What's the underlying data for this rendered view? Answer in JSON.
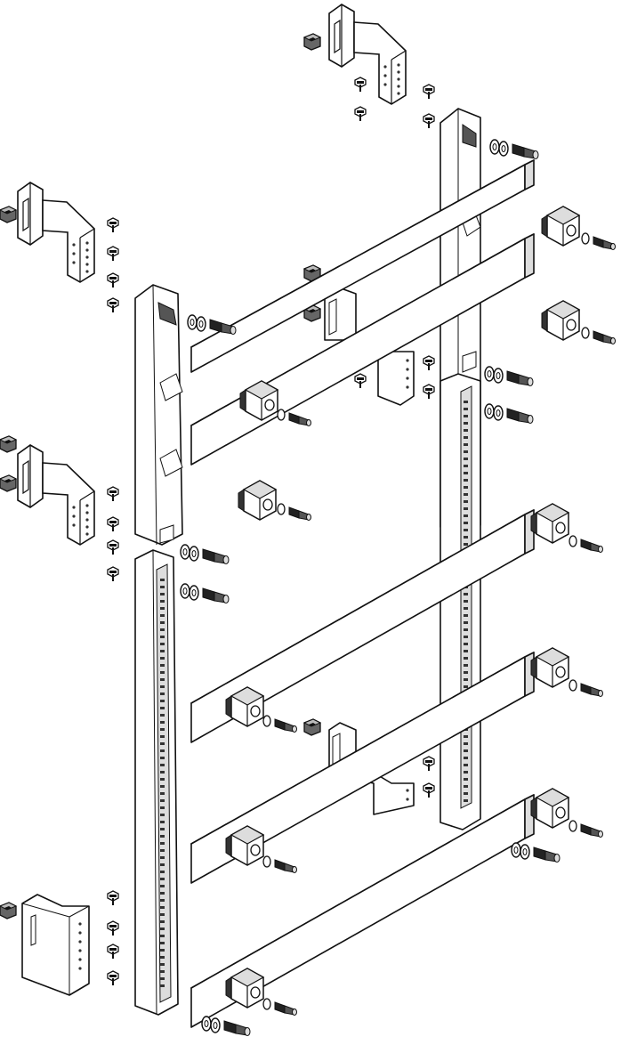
{
  "figure": {
    "description_visible_text": "",
    "colors": {
      "line": "#111111",
      "face_light": "#ffffff",
      "face_mid": "#e6e6e6",
      "face_dark": "#9a9a9a",
      "face_black": "#333333"
    },
    "parts": [
      {
        "kind": "bracket",
        "icon": "angle-bracket-icon"
      },
      {
        "kind": "vertical-rail",
        "icon": "slotted-rail-icon"
      },
      {
        "kind": "horizontal-busbar",
        "icon": "busbar-icon"
      },
      {
        "kind": "clamp-block",
        "icon": "clamp-block-icon"
      },
      {
        "kind": "bolt-with-washers",
        "icon": "hex-bolt-icon"
      },
      {
        "kind": "self-tapping-screw",
        "icon": "screw-icon"
      },
      {
        "kind": "cage-nut",
        "icon": "cage-nut-icon"
      }
    ]
  }
}
